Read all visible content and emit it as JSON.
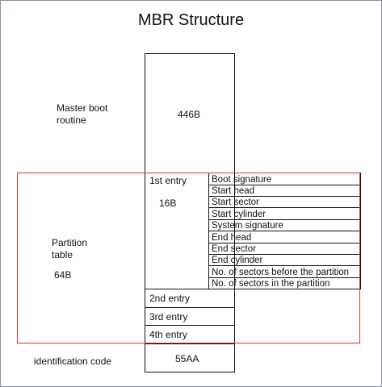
{
  "title": "MBR Structure",
  "left_labels": {
    "master_boot": [
      "Master boot",
      "routine"
    ],
    "partition_table": [
      "Partition",
      "table"
    ],
    "partition_size": "64B",
    "identification": "identification code"
  },
  "blocks": {
    "boot_routine_size": "446B",
    "first_entry": "1st entry",
    "entry_size": "16B",
    "entries": [
      "2nd entry",
      "3rd entry",
      "4th entry"
    ],
    "signature_value": "55AA"
  },
  "entry_fields": [
    "Boot signature",
    "Start head",
    "Start sector",
    "Start cylinder",
    "System signature",
    "End head",
    "End sector",
    "End cylinder",
    "No. of sectors before the partition",
    "No. of sectors in the partition"
  ],
  "colors": {
    "partition_highlight": "#d9352f",
    "border": "#8c8ca8"
  }
}
